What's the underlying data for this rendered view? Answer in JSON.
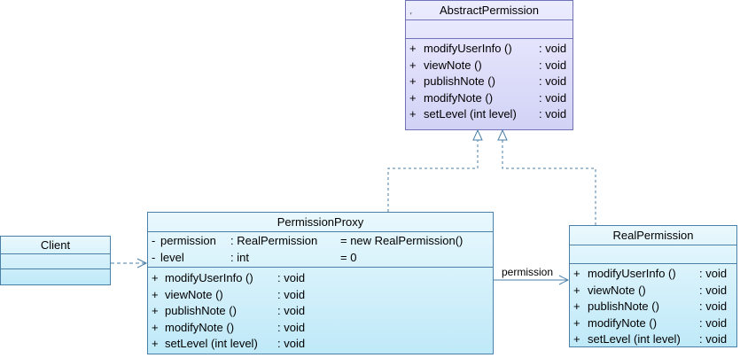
{
  "abstract_permission": {
    "name": "AbstractPermission",
    "operations": [
      {
        "vis": "+",
        "name": "modifyUserInfo ()",
        "type": ": void"
      },
      {
        "vis": "+",
        "name": "viewNote ()",
        "type": ": void"
      },
      {
        "vis": "+",
        "name": "publishNote ()",
        "type": ": void"
      },
      {
        "vis": "+",
        "name": "modifyNote ()",
        "type": ": void"
      },
      {
        "vis": "+",
        "name": "setLevel (int level)",
        "type": ": void"
      }
    ]
  },
  "permission_proxy": {
    "name": "PermissionProxy",
    "attributes": [
      {
        "vis": "-",
        "name": "permission",
        "type": ": RealPermission",
        "init": "= new RealPermission()"
      },
      {
        "vis": "-",
        "name": "level",
        "type": ": int",
        "init": "= 0"
      }
    ],
    "operations": [
      {
        "vis": "+",
        "name": "modifyUserInfo ()",
        "type": ": void"
      },
      {
        "vis": "+",
        "name": "viewNote ()",
        "type": ": void"
      },
      {
        "vis": "+",
        "name": "publishNote ()",
        "type": ": void"
      },
      {
        "vis": "+",
        "name": "modifyNote ()",
        "type": ": void"
      },
      {
        "vis": "+",
        "name": "setLevel (int level)",
        "type": ": void"
      }
    ]
  },
  "real_permission": {
    "name": "RealPermission",
    "operations": [
      {
        "vis": "+",
        "name": "modifyUserInfo ()",
        "type": ": void"
      },
      {
        "vis": "+",
        "name": "viewNote ()",
        "type": ": void"
      },
      {
        "vis": "+",
        "name": "publishNote ()",
        "type": ": void"
      },
      {
        "vis": "+",
        "name": "modifyNote ()",
        "type": ": void"
      },
      {
        "vis": "+",
        "name": "setLevel (int level)",
        "type": ": void"
      }
    ]
  },
  "client": {
    "name": "Client"
  },
  "associations": {
    "proxy_to_real_label": "permission"
  },
  "colors": {
    "interface_border": "#7272b8",
    "class_border": "#4a7fa8",
    "connector": "#4a7fa8"
  }
}
